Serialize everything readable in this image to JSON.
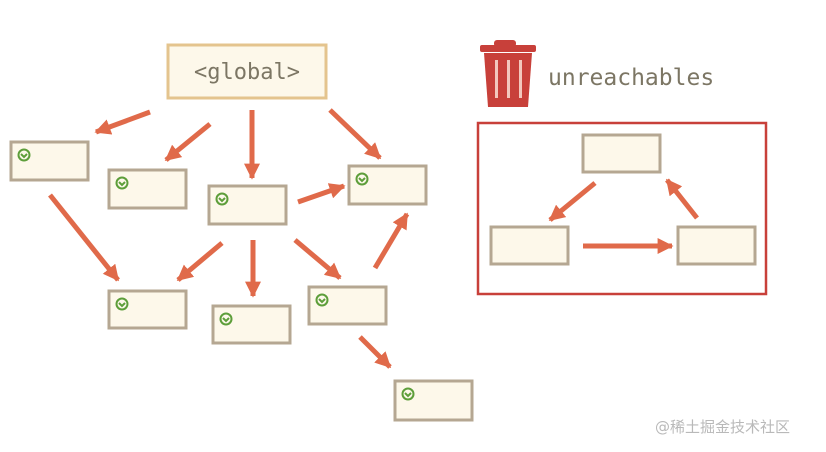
{
  "root_label": "<global>",
  "trash_label": "unreachables",
  "watermark": "@稀土掘金技术社区",
  "colors": {
    "arrow": "#e06a4a",
    "node_border": "#b5a792",
    "node_fill": "#fdf8ea",
    "root_border": "#e4c48e",
    "frame": "#c8403a",
    "trash": "#c8403a",
    "check": "#5d9e3a",
    "text": "#7c7664"
  },
  "nodes": [
    {
      "id": "global",
      "root": true
    },
    {
      "id": "n1",
      "reachable": true
    },
    {
      "id": "n2",
      "reachable": true
    },
    {
      "id": "n3",
      "reachable": true
    },
    {
      "id": "n4",
      "reachable": true
    },
    {
      "id": "n5",
      "reachable": true
    },
    {
      "id": "n6",
      "reachable": true
    },
    {
      "id": "n7",
      "reachable": true
    },
    {
      "id": "n8",
      "reachable": true
    },
    {
      "id": "u1",
      "reachable": false
    },
    {
      "id": "u2",
      "reachable": false
    },
    {
      "id": "u3",
      "reachable": false
    }
  ],
  "edges": [
    {
      "from": "global",
      "to": "n1"
    },
    {
      "from": "global",
      "to": "n2"
    },
    {
      "from": "global",
      "to": "n3"
    },
    {
      "from": "global",
      "to": "n4"
    },
    {
      "from": "n1",
      "to": "n5"
    },
    {
      "from": "n3",
      "to": "n4"
    },
    {
      "from": "n3",
      "to": "n5"
    },
    {
      "from": "n3",
      "to": "n6"
    },
    {
      "from": "n3",
      "to": "n7"
    },
    {
      "from": "n7",
      "to": "n4"
    },
    {
      "from": "n7",
      "to": "n8"
    },
    {
      "from": "u1",
      "to": "u2"
    },
    {
      "from": "u2",
      "to": "u3"
    },
    {
      "from": "u3",
      "to": "u1"
    }
  ]
}
